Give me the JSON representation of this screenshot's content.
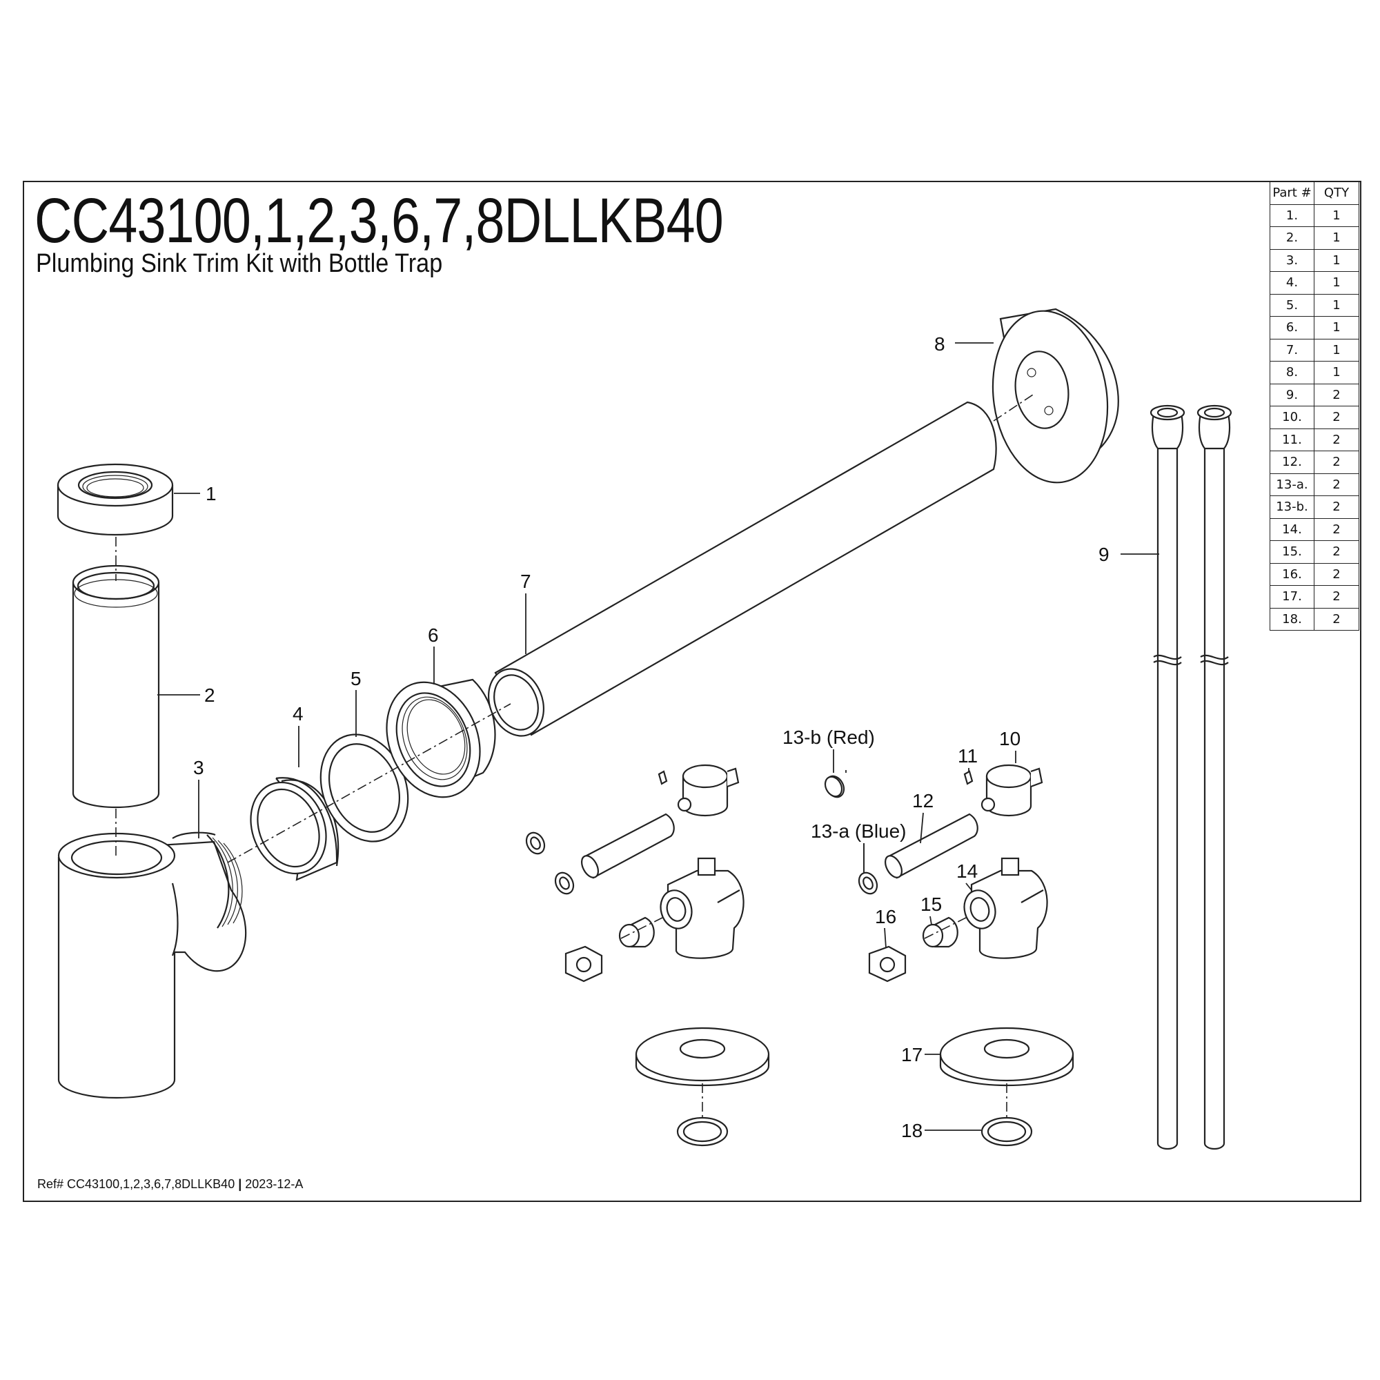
{
  "title": "CC43100,1,2,3,6,7,8DLLKB40",
  "subtitle": "Plumbing Sink Trim Kit with Bottle Trap",
  "reference": {
    "label": "Ref# CC43100,1,2,3,6,7,8DLLKB40",
    "separator": "|",
    "revision": "2023-12-A"
  },
  "parts_table": {
    "header_part": "Part #",
    "header_qty": "QTY",
    "rows": [
      {
        "part": "1.",
        "qty": "1"
      },
      {
        "part": "2.",
        "qty": "1"
      },
      {
        "part": "3.",
        "qty": "1"
      },
      {
        "part": "4.",
        "qty": "1"
      },
      {
        "part": "5.",
        "qty": "1"
      },
      {
        "part": "6.",
        "qty": "1"
      },
      {
        "part": "7.",
        "qty": "1"
      },
      {
        "part": "8.",
        "qty": "1"
      },
      {
        "part": "9.",
        "qty": "2"
      },
      {
        "part": "10.",
        "qty": "2"
      },
      {
        "part": "11.",
        "qty": "2"
      },
      {
        "part": "12.",
        "qty": "2"
      },
      {
        "part": "13-a.",
        "qty": "2"
      },
      {
        "part": "13-b.",
        "qty": "2"
      },
      {
        "part": "14.",
        "qty": "2"
      },
      {
        "part": "15.",
        "qty": "2"
      },
      {
        "part": "16.",
        "qty": "2"
      },
      {
        "part": "17.",
        "qty": "2"
      },
      {
        "part": "18.",
        "qty": "2"
      }
    ]
  },
  "callouts": {
    "c1": "1",
    "c2": "2",
    "c3": "3",
    "c4": "4",
    "c5": "5",
    "c6": "6",
    "c7": "7",
    "c8": "8",
    "c9": "9",
    "c10": "10",
    "c11": "11",
    "c12": "12",
    "c13b": "13-b (Red)",
    "c13a": "13-a (Blue)",
    "c14": "14",
    "c15": "15",
    "c16": "16",
    "c17": "17",
    "c18": "18"
  }
}
